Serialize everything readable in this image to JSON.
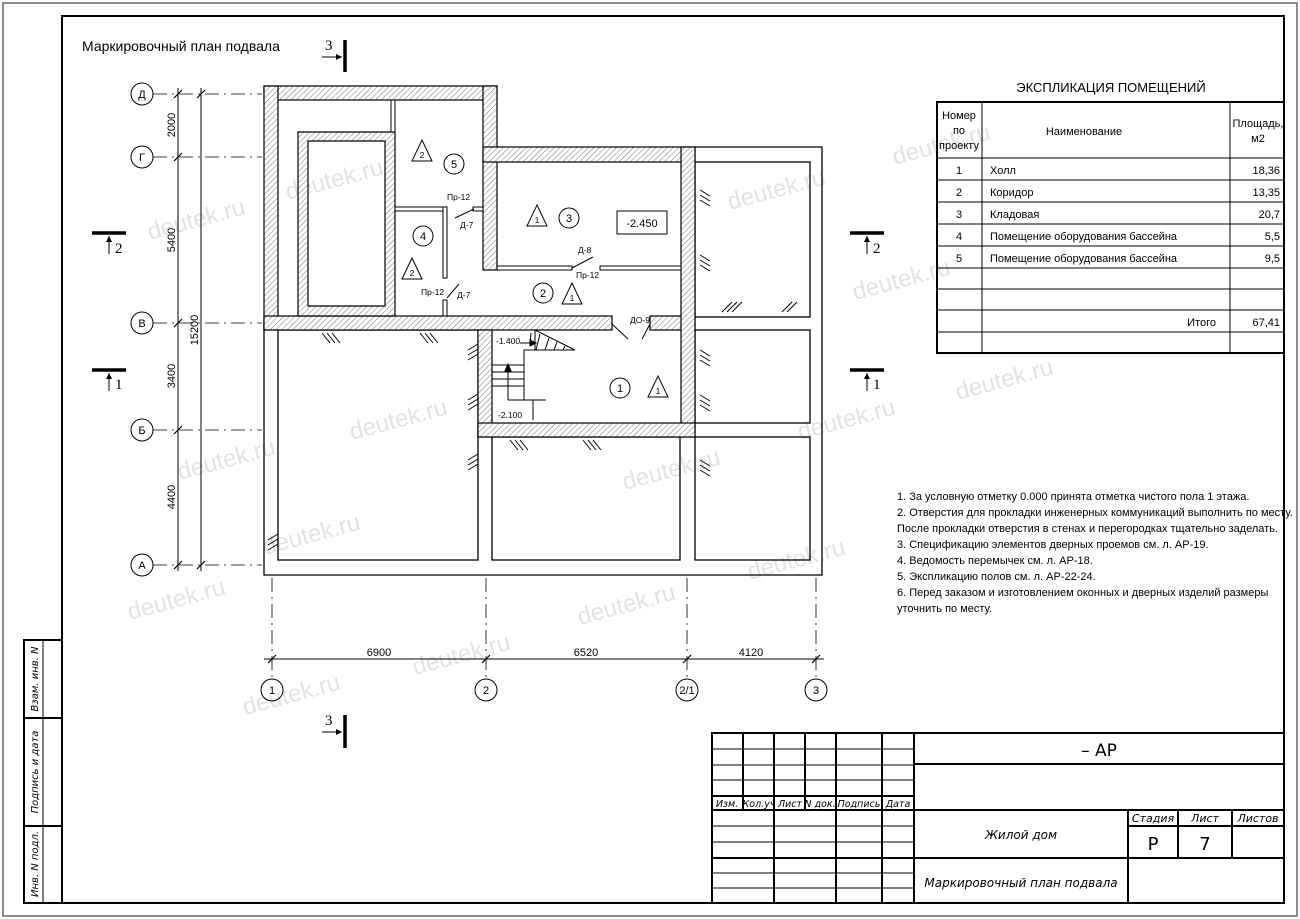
{
  "drawing_title": "Маркировочный план подвала",
  "watermark": "deutek.ru",
  "sections": {
    "top": "3",
    "bottom": "3",
    "left_upper": "2",
    "right_upper": "2",
    "left_lower": "1",
    "right_lower": "1"
  },
  "axes_rows": [
    "Д",
    "Г",
    "В",
    "Б",
    "А"
  ],
  "axes_cols": [
    "1",
    "2",
    "2/1",
    "3"
  ],
  "dims_vertical": [
    "2000",
    "5400",
    "3400",
    "4400"
  ],
  "dim_total": "15200",
  "dims_horizontal": [
    "6900",
    "6520",
    "4120"
  ],
  "plan": {
    "rooms": [
      "1",
      "2",
      "3",
      "4",
      "5"
    ],
    "floor_types": {
      "r1": "1",
      "r2": "1",
      "r3": "1",
      "r4": "2",
      "r5": "2"
    },
    "doors": {
      "d7a": "Д-7",
      "d7b": "Д-7",
      "d8": "Д-8",
      "do9": "ДО-9"
    },
    "lintels": {
      "p1": "Пр-12",
      "p2": "Пр-12",
      "p3": "Пр-12"
    },
    "level_main": "-2.450",
    "level_stair_top": "-1.400",
    "level_stair_bottom": "-2.100"
  },
  "explication": {
    "title": "ЭКСПЛИКАЦИЯ ПОМЕЩЕНИЙ",
    "headers": {
      "num": [
        "Номер",
        "по",
        "проекту"
      ],
      "name": "Наименование",
      "area": [
        "Площадь,",
        "м2"
      ]
    },
    "rows": [
      {
        "num": "1",
        "name": "Холл",
        "area": "18,36"
      },
      {
        "num": "2",
        "name": "Коридор",
        "area": "13,35"
      },
      {
        "num": "3",
        "name": "Кладовая",
        "area": "20,7"
      },
      {
        "num": "4",
        "name": "Помещение оборудования бассейна",
        "area": "5,5"
      },
      {
        "num": "5",
        "name": "Помещение оборудования бассейна",
        "area": "9,5"
      }
    ],
    "total_label": "Итого",
    "total_value": "67,41"
  },
  "notes": [
    "1. За условную отметку 0.000 принята отметка чистого пола 1 этажа.",
    "2. Отверстия для прокладки инженерных коммуникаций выполнить по месту.",
    "После прокладки  отверстия в стенах и перегородках тщательно заделать.",
    "3. Спецификацию элементов дверных проемов см. л. АР-19.",
    "4. Ведомость перемычек см. л. АР-18.",
    "5. Экспликацию полов см. л. АР-22-24.",
    "6. Перед заказом и изготовлением оконных и дверных изделий размеры",
    "уточнить по месту."
  ],
  "stamp_side": [
    "Взам. инв. N",
    "Подпись и дата",
    "Инв. N подл."
  ],
  "title_block": {
    "code": "– АР",
    "headers": [
      "Изм.",
      "Кол.уч",
      "Лист",
      "N док.",
      "Подпись",
      "Дата"
    ],
    "object": "Жилой дом",
    "sheet_title": "Маркировочный план подвала",
    "stage_label": "Стадия",
    "sheet_label": "Лист",
    "sheets_label": "Листов",
    "stage": "Р",
    "sheet": "7"
  }
}
